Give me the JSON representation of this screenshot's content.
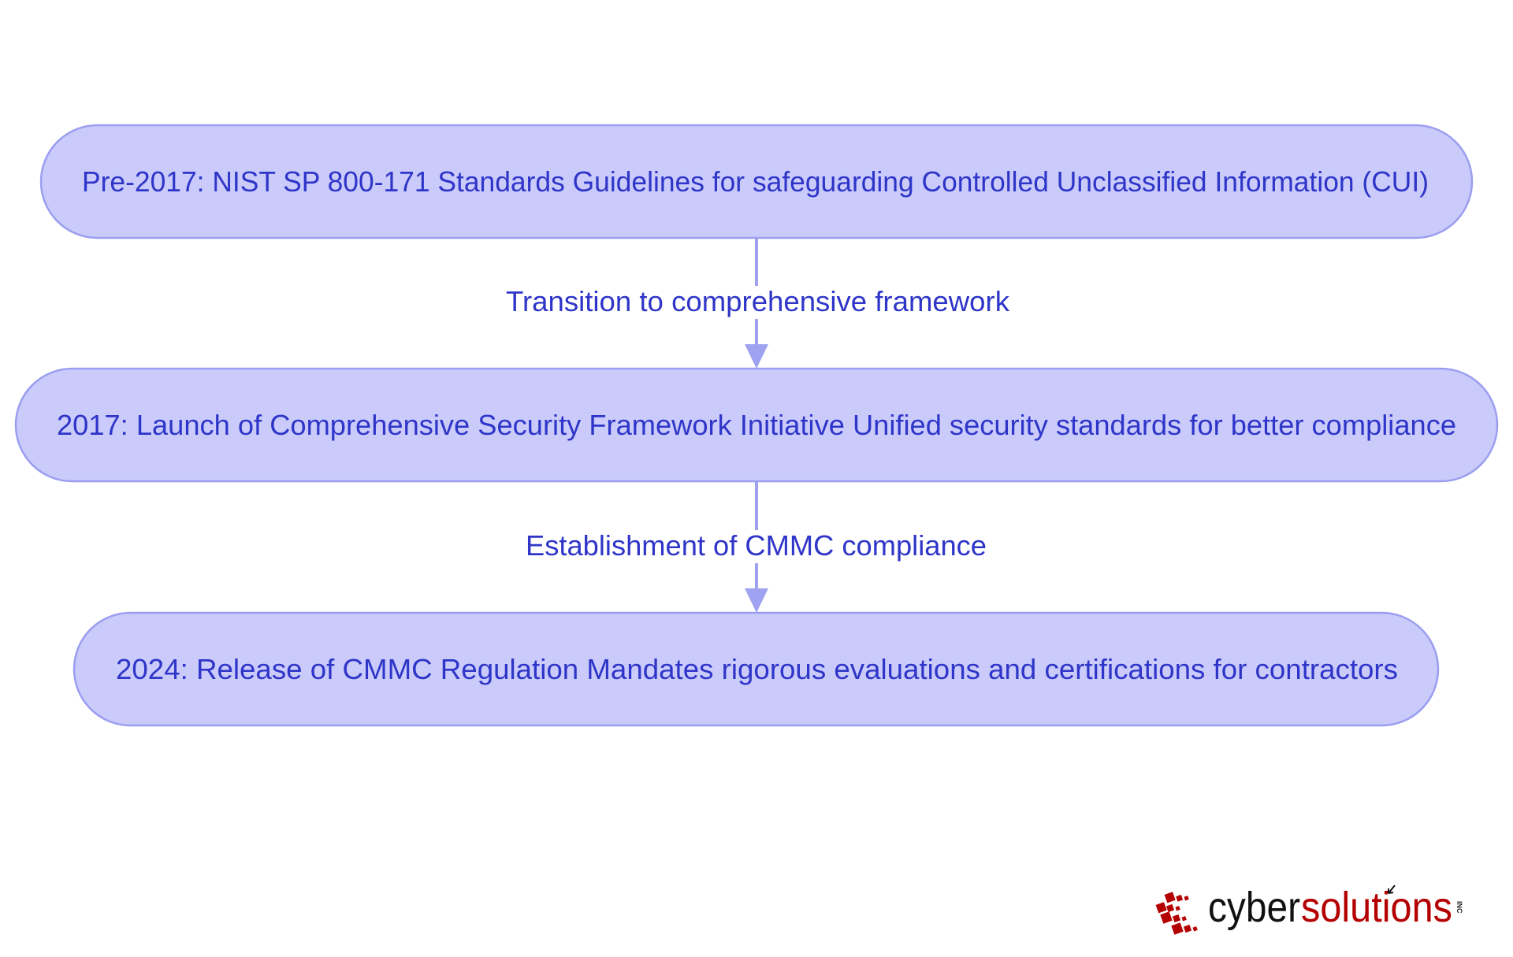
{
  "diagram": {
    "type": "flowchart-vertical",
    "colors": {
      "node_fill": "#cacbfb",
      "node_stroke": "#9b9ef0",
      "text": "#2e35c8",
      "edge": "#9fa2f0"
    },
    "nodes": [
      {
        "id": "pre2017",
        "label": "Pre-2017: NIST SP 800-171 Standards Guidelines for safeguarding Controlled Unclassified Information (CUI)"
      },
      {
        "id": "y2017",
        "label": "2017: Launch of Comprehensive Security Framework Initiative Unified security standards for better compliance"
      },
      {
        "id": "y2024",
        "label": "2024: Release of CMMC Regulation Mandates rigorous evaluations and certifications for contractors"
      }
    ],
    "edges": [
      {
        "from": "pre2017",
        "to": "y2017",
        "label": "Transition to comprehensive framework"
      },
      {
        "from": "y2017",
        "to": "y2024",
        "label": "Establishment of CMMC compliance"
      }
    ]
  },
  "logo": {
    "part1": "cyber",
    "part2": "solutions",
    "suffix": "INC",
    "colors": {
      "part1": "#111111",
      "part2": "#b40000",
      "mark": "#b40000"
    }
  }
}
